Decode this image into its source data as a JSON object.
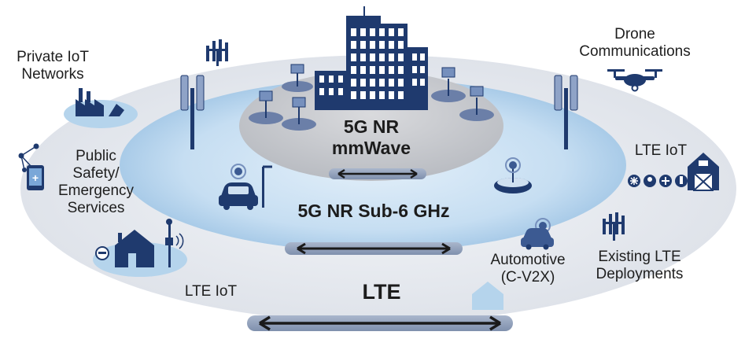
{
  "diagram": {
    "rings": {
      "mmwave_label": "5G NR\nmmWave",
      "sub6_label": "5G NR Sub-6 GHz",
      "lte_label": "LTE"
    },
    "use_cases": {
      "private_iot": "Private IoT\nNetworks",
      "public_safety": "Public\nSafety/\nEmergency\nServices",
      "lte_iot_left": "LTE IoT",
      "drone": "Drone\nCommunications",
      "lte_iot_right": "LTE IoT",
      "automotive": "Automotive\n(C-V2X)",
      "existing_lte": "Existing LTE\nDeployments"
    },
    "colors": {
      "navy": "#1f3a6e",
      "lte_ring": "#e4e8ee",
      "sub6_ring": "#bcd9ef",
      "mmwave_ring": "#c9cbd0",
      "light_blue": "#b5d4ec",
      "arrow_band": "#8b9dba"
    }
  }
}
